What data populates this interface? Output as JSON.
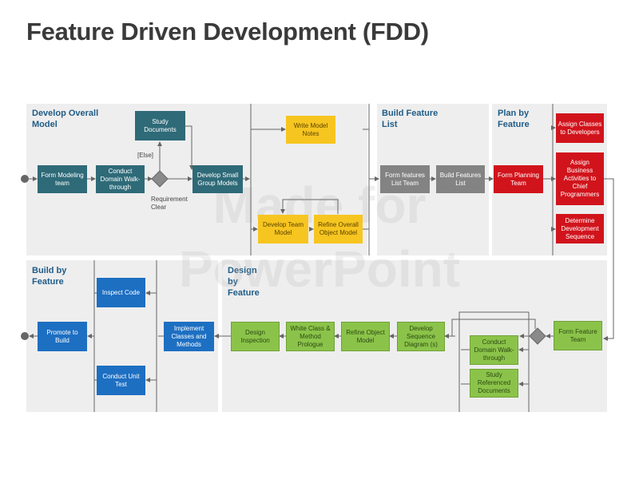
{
  "title": "Feature Driven Development (FDD)",
  "watermark": {
    "line1": "Made for",
    "line2": "PowerPoint"
  },
  "panels": {
    "develop": "Develop Overall Model",
    "build_list": "Build Feature List",
    "plan": "Plan by Feature",
    "build": "Build by Feature",
    "design": "Design by Feature"
  },
  "labels": {
    "else": "[Else]",
    "requirement_clear": "Requirement Clear"
  },
  "nodes": {
    "form_modeling_team": "Form Modeling team",
    "conduct_domain_walkthrough": "Conduct Domain Walk-through",
    "study_documents": "Study Documents",
    "develop_small_group_models": "Develop Small Group Models",
    "write_model_notes": "Write Model Notes",
    "develop_team_model": "Develop Team Model",
    "refine_overall_object_model": "Refine Overall Object Model",
    "form_features_list_team": "Form features List Team",
    "build_features_list": "Build Features List",
    "form_planning_team": "Form Planning Team",
    "assign_classes_to_developers": "Assign Classes to Developers",
    "assign_business_activities": "Assign Business Activities to Chief Programmers",
    "determine_development_sequence": "Determine Development Sequence",
    "form_feature_team": "Form Feature Team",
    "conduct_domain_walkthrough_2": "Conduct Domain Walk-through",
    "study_referenced_documents": "Study Referenced Documents",
    "develop_sequence_diagrams": "Develop Sequence Diagram (s)",
    "refine_object_model": "Refine Object Model",
    "white_class_method_prologue": "White Class & Method Prologue",
    "design_inspection": "Design Inspection",
    "implement_classes_and_methods": "Implement Classes and Methods",
    "inspect_code": "Inspect Code",
    "conduct_unit_test": "Conduct Unit Test",
    "promote_to_build": "Promote to Build"
  },
  "colors": {
    "develop_model": "#2e6a78",
    "model_refinement": "#f7c520",
    "build_list": "#838383",
    "plan": "#d1141c",
    "design": "#8bc34a",
    "build": "#1d6fc2",
    "panel_label": "#1f5c87"
  }
}
